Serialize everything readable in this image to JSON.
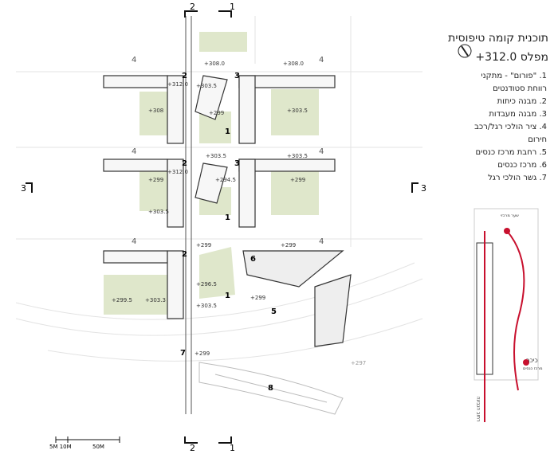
{
  "title": {
    "main": "תוכנית קומה טיפוסית",
    "level": "מפלס 312.0+"
  },
  "legend": [
    {
      "num": "1.",
      "text": "\"פורום\" - מתקני"
    },
    {
      "num": "",
      "text": "רווחת סטודנטים"
    },
    {
      "num": "2.",
      "text": "מבנה כיתות"
    },
    {
      "num": "3.",
      "text": "מבנה מעבדות"
    },
    {
      "num": "4.",
      "text": "ציר הולכי רגל/רכב"
    },
    {
      "num": "",
      "text": "חירום"
    },
    {
      "num": "5.",
      "text": "רחבת מרכז כנסים"
    },
    {
      "num": "6.",
      "text": "מרכז כנסים"
    },
    {
      "num": "7.",
      "text": "גשר הולכי רגל"
    }
  ],
  "section_marks": {
    "cut2": "2",
    "cut1": "1",
    "cut3": "3"
  },
  "plan_numbers": {
    "n1": "1",
    "n2": "2",
    "n3": "3",
    "n4": "4",
    "n5": "5",
    "n6": "6",
    "n7": "7",
    "n8": "8"
  },
  "elevations": {
    "e308_0": "+308.0",
    "e312_0": "+312.0",
    "e303_5": "+303.5",
    "e308": "+308",
    "e299": "+299",
    "e294_5": "+294.5",
    "e296_5": "+296.5",
    "e299_5": "+299.5",
    "e303_3": "+303.3",
    "e297": "+297"
  },
  "scale": {
    "label_a": "5M 10M",
    "label_b": "50M"
  },
  "inset": {
    "label_top": "שער מרכזי",
    "label_bottom": "כיכר",
    "label_sub": "מרכז כנסים",
    "label_road": "רחוב הגבעה"
  },
  "colors": {
    "green": "#dbe4c6",
    "green_dark": "#c7d4a4",
    "red": "#c8102e",
    "building": "#f2f2f2",
    "line": "#333333"
  }
}
